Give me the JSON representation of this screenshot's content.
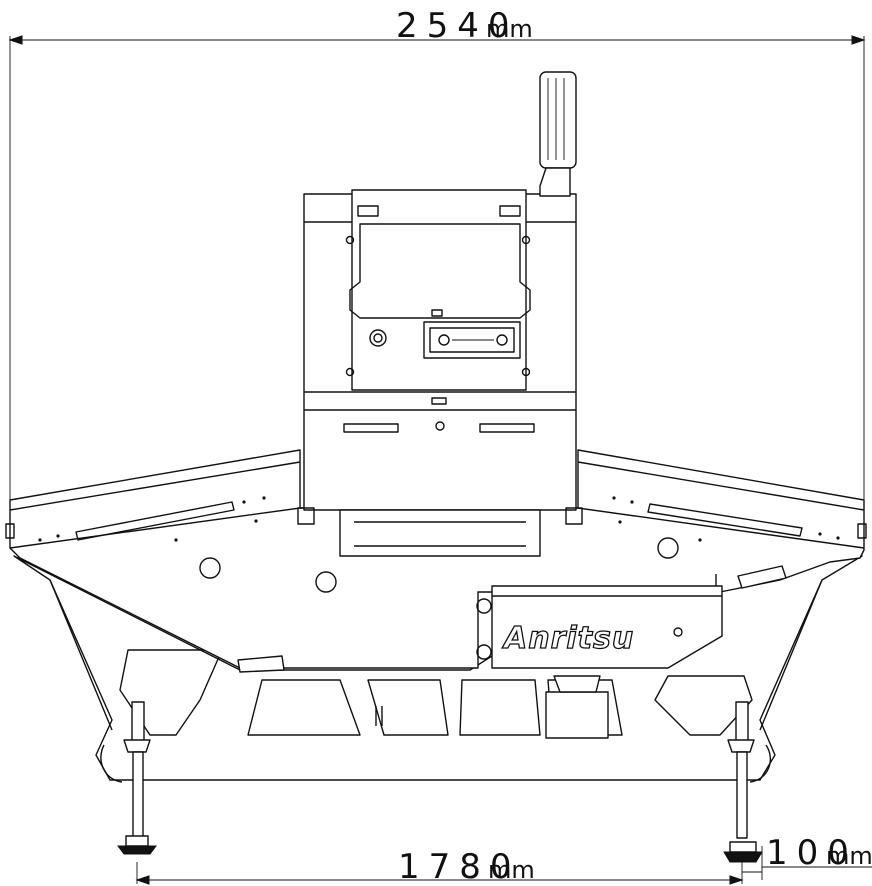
{
  "dimensions": {
    "overall_width": {
      "value": "2540",
      "unit": "mm"
    },
    "foot_span": {
      "value": "1780",
      "unit": "mm"
    },
    "foot_offset": {
      "value": "100",
      "unit": "mm"
    }
  },
  "brand": {
    "logo_text": "Anritsu"
  }
}
